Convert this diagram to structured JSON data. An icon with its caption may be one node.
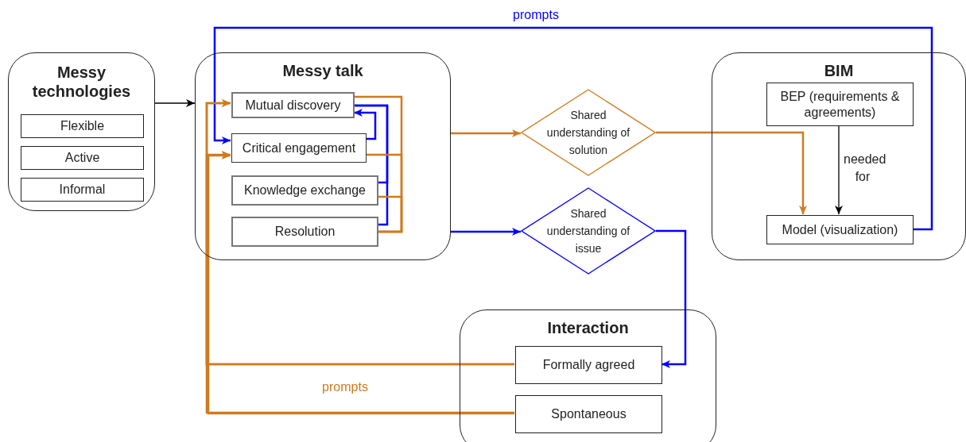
{
  "diagram": {
    "nodes": [
      {
        "text": [
          "Messy technologies"
        ]
      },
      {
        "text": [
          "Flexible"
        ],
        "in": 0
      },
      {
        "text": [
          "Active"
        ],
        "in": 0
      },
      {
        "text": [
          "Informal"
        ],
        "in": 0
      },
      {
        "text": [
          "Messy talk"
        ]
      },
      {
        "text": [
          "Mutual discovery"
        ],
        "in": 4
      },
      {
        "text": [
          "Critical engagement"
        ],
        "in": 4
      },
      {
        "text": [
          "Knowledge exchange"
        ],
        "in": 4
      },
      {
        "text": [
          "Resolution"
        ],
        "in": 4
      },
      {
        "text": [
          "Shared understanding of solution"
        ]
      },
      {
        "text": [
          "Shared understanding of issue"
        ]
      },
      {
        "text": [
          "BIM"
        ]
      },
      {
        "text": [
          "BEP (requirements & agreements)"
        ],
        "in": 11
      },
      {
        "text": [
          "Model (visualization)"
        ],
        "in": 11
      },
      {
        "text": [
          "Interaction"
        ]
      },
      {
        "text": [
          "Formally agreed"
        ],
        "in": 14
      },
      {
        "text": [
          "Spontaneous"
        ],
        "in": 14
      }
    ],
    "edges": [
      {
        "from": 0,
        "to": 4,
        "arrow": "to",
        "color": "#000000"
      },
      {
        "from": 4,
        "to": 9,
        "arrow": "to",
        "color": "#d07a1e"
      },
      {
        "from": 4,
        "to": 10,
        "arrow": "to",
        "color": "#0000ff"
      },
      {
        "from": 9,
        "to": 13,
        "arrow": "to",
        "color": "#d07a1e"
      },
      {
        "from": 12,
        "to": 13,
        "arrow": "to",
        "label": "needed for",
        "color": "#000000"
      },
      {
        "from": 10,
        "to": 15,
        "arrow": "to",
        "color": "#0000ff"
      },
      {
        "from": 13,
        "to": 6,
        "arrow": "to",
        "label": "prompts",
        "color": "#0000ff"
      },
      {
        "from": 15,
        "to": 5,
        "arrow": "to",
        "label": "prompts",
        "color": "#d07a1e"
      },
      {
        "from": 15,
        "to": 6,
        "arrow": "to",
        "color": "#d07a1e"
      },
      {
        "from": 16,
        "to": 5,
        "arrow": "to",
        "color": "#d07a1e"
      },
      {
        "from": 16,
        "to": 6,
        "arrow": "to",
        "color": "#d07a1e"
      },
      {
        "from": 6,
        "to": 5,
        "arrow": "to",
        "color": "#0000ff"
      },
      {
        "from": 5,
        "to": 7,
        "arrow": "none",
        "color": "#0000ff"
      },
      {
        "from": 5,
        "to": 8,
        "arrow": "none",
        "color": "#0000ff"
      },
      {
        "from": 5,
        "to": 8,
        "arrow": "none",
        "color": "#d07a1e"
      },
      {
        "from": 6,
        "to": 8,
        "arrow": "none",
        "color": "#d07a1e"
      },
      {
        "from": 7,
        "to": 8,
        "arrow": "none",
        "color": "#d07a1e"
      }
    ]
  }
}
